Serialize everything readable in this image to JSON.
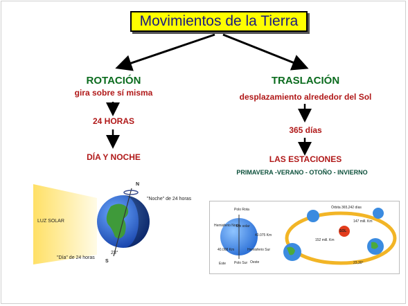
{
  "title": "Movimientos de la Tierra",
  "rotation": {
    "heading": "ROTACIÓN",
    "definition": "gira sobre sí misma",
    "duration": "24 HORAS",
    "result": "DÍA Y NOCHE"
  },
  "translation": {
    "heading": "TRASLACIÓN",
    "definition": "desplazamiento alrededor del Sol",
    "duration": "365 días",
    "result": "LAS ESTACIONES",
    "seasons": "PRIMAVERA -VERANO - OTOÑO - INVIERNO"
  },
  "rotation_figure": {
    "sunlight": "LUZ SOLAR",
    "night": "\"Noche\" de 24 horas",
    "day": "\"Día\" de 24 horas",
    "north": "N",
    "south": "S",
    "tilt": "23°"
  },
  "orbit_figure": {
    "pole_rot": "Polo Rota",
    "axis": "Eje solar",
    "north_hemi": "Hemisferio Norte",
    "south_hemi": "Hemisferio Sur",
    "dist1": "40.075 Km",
    "dist2": "40.008 Km",
    "pole_south": "Polo Sur",
    "east": "Este",
    "west": "Oeste",
    "orbit": "Órbita 365,242 días",
    "sun": "SOL",
    "d147": "147 mill. Km",
    "d152": "152 mill. Km",
    "tilt": "23,30°"
  },
  "colors": {
    "title_bg": "#ffff00",
    "title_text": "#1a1a80",
    "heading": "#0b6b1e",
    "sub": "#b01818",
    "ocean": "#2b6fd6",
    "land": "#3f9a3a"
  }
}
